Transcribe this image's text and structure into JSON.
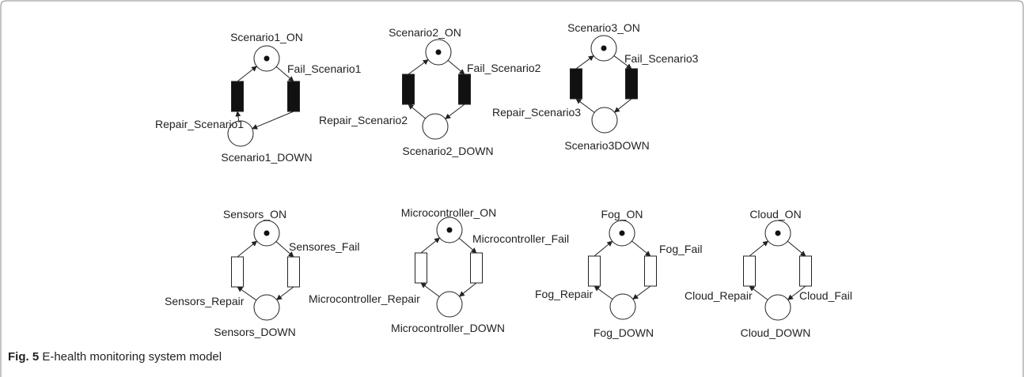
{
  "figure": {
    "caption_label": "Fig. 5",
    "caption_text": "E-health monitoring system model"
  },
  "nets": [
    {
      "id": "scenario1",
      "on_label": "Scenario1_ON",
      "down_label": "Scenario1_DOWN",
      "fail_label": "Fail_Scenario1",
      "repair_label": "Repair_Scenario1",
      "transitions": "filled",
      "token": true
    },
    {
      "id": "scenario2",
      "on_label": "Scenario2_ON",
      "down_label": "Scenario2_DOWN",
      "fail_label": "Fail_Scenario2",
      "repair_label": "Repair_Scenario2",
      "transitions": "filled",
      "token": true
    },
    {
      "id": "scenario3",
      "on_label": "Scenario3_ON",
      "down_label": "Scenario3DOWN",
      "fail_label": "Fail_Scenario3",
      "repair_label": "Repair_Scenario3",
      "transitions": "filled",
      "token": true
    },
    {
      "id": "sensors",
      "on_label": "Sensors_ON",
      "down_label": "Sensors_DOWN",
      "fail_label": "Sensores_Fail",
      "repair_label": "Sensors_Repair",
      "transitions": "hollow",
      "token": true
    },
    {
      "id": "microcontroller",
      "on_label": "Microcontroller_ON",
      "down_label": "Microcontroller_DOWN",
      "fail_label": "Microcontroller_Fail",
      "repair_label": "Microcontroller_Repair",
      "transitions": "hollow",
      "token": true
    },
    {
      "id": "fog",
      "on_label": "Fog_ON",
      "down_label": "Fog_DOWN",
      "fail_label": "Fog_Fail",
      "repair_label": "Fog_Repair",
      "transitions": "hollow",
      "token": true
    },
    {
      "id": "cloud",
      "on_label": "Cloud_ON",
      "down_label": "Cloud_DOWN",
      "fail_label": "Cloud_Fail",
      "repair_label": "Cloud_Repair",
      "transitions": "hollow",
      "token": true
    }
  ]
}
